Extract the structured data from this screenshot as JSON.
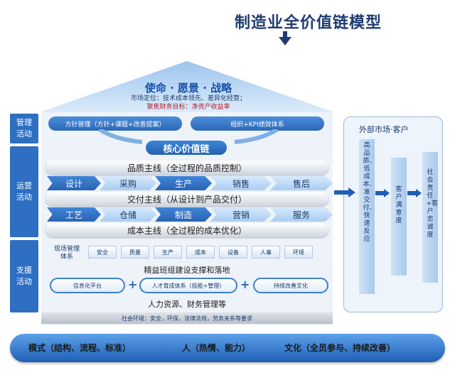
{
  "title": "制造业全价值链模型",
  "roof": {
    "headline": "使命 · 愿景 · 战略",
    "positioning": "市场定位：技术成本领先、差异化经营；",
    "finance": "聚焦财务目标：净资产收益率"
  },
  "side_labels": {
    "management": "管理\n活动",
    "operations": "运营\n活动",
    "support": "支援\n活动"
  },
  "management": {
    "left_pill": "方针管理（方针+课题+改善提案）",
    "right_pill": "组织+KPI绩效体系"
  },
  "core": "核心价值链",
  "bands": {
    "quality": "品质主线（全过程的品质控制）",
    "delivery": "交付主线（从设计到产品交付）",
    "cost": "成本主线（全过程的成本优化）"
  },
  "row1": [
    "设计",
    "采购",
    "生产",
    "销售",
    "售后"
  ],
  "row2": [
    "工艺",
    "仓储",
    "制造",
    "营销",
    "服务"
  ],
  "field_management": {
    "label": "现场管理\n体系",
    "items": [
      "安全",
      "质量",
      "生产",
      "成本",
      "设备",
      "人事",
      "环境"
    ]
  },
  "lean": "精益班组建设支撑和落地",
  "platforms": [
    "信息化平台",
    "人才育成体系（技能+管理）",
    "持续改善文化"
  ],
  "hr_finance": "人力资源、财务管理等",
  "social": "社会环境：安全，环保，法律法规，劳务关系等要求",
  "base": [
    "模式（结构、流程、标准）",
    "人（热情、能力）",
    "文化（全员参与、持续改善）"
  ],
  "right_panel": {
    "market": "外部市场·客户",
    "col1": "高品质、低成本、准交付、快速反应",
    "col2": "客户满意度",
    "col3": "社会责任+客户忠诚度"
  },
  "colors": {
    "primary": "#2e6fc2",
    "dark": "#1f3c70",
    "accent_red": "#b3202a"
  }
}
